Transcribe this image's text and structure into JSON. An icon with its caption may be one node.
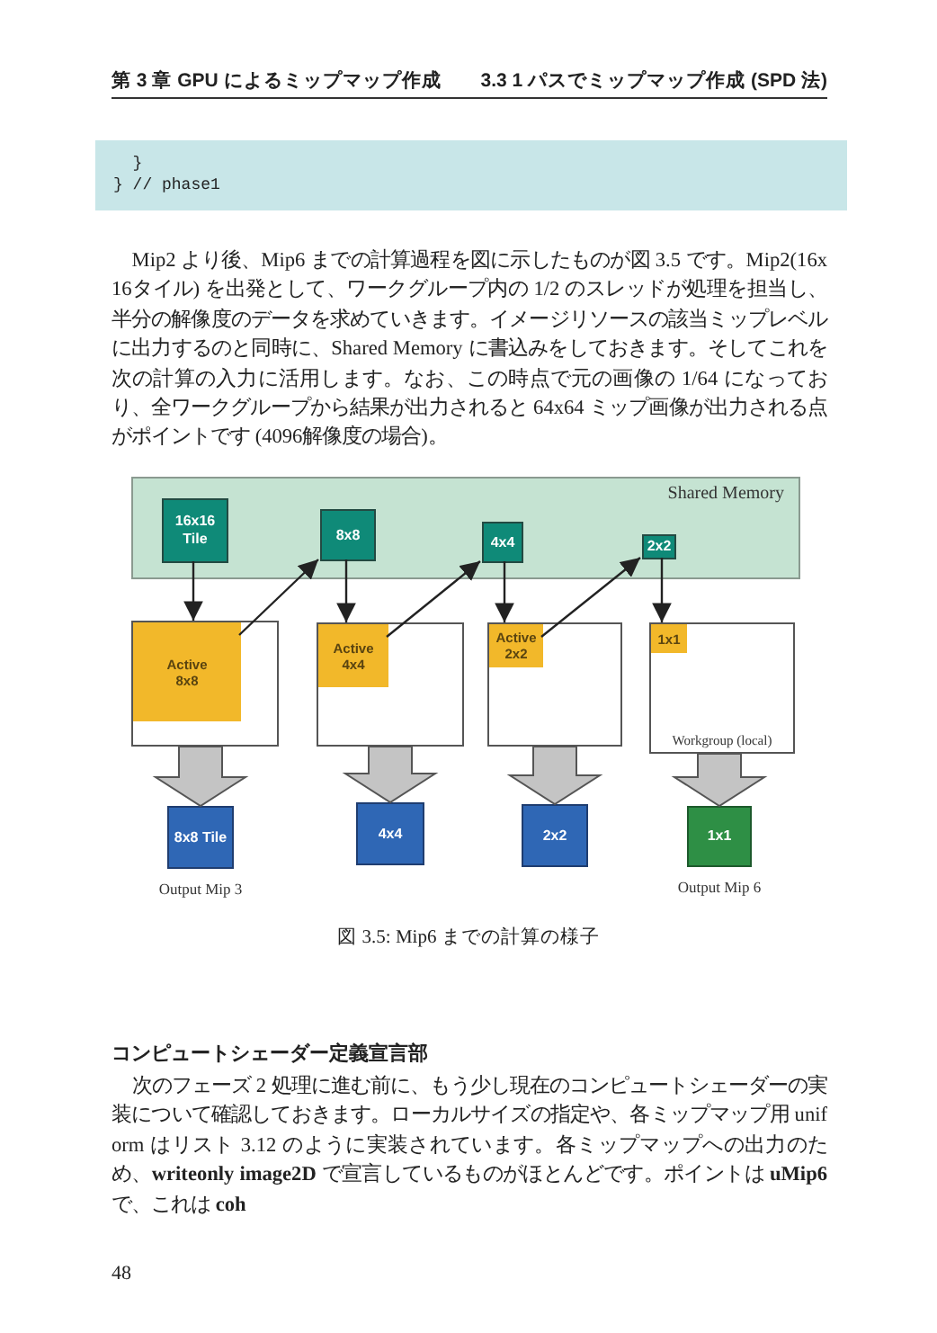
{
  "diagram": {
    "caption": "図 3.5: Mip6 までの計算の様子",
    "nodes": [
      {
        "text": [
          "Shared Memory"
        ]
      },
      {
        "text": [
          "16x16 Tile"
        ],
        "in": 0
      },
      {
        "text": [
          "8x8"
        ],
        "in": 0
      },
      {
        "text": [
          "4x4"
        ],
        "in": 0
      },
      {
        "text": [
          "2x2"
        ],
        "in": 0
      },
      {
        "text": [],
        "shape": "box"
      },
      {
        "text": [
          "Active 8x8"
        ],
        "in": 5
      },
      {
        "text": [],
        "shape": "box"
      },
      {
        "text": [
          "Active 4x4"
        ],
        "in": 7
      },
      {
        "text": [],
        "shape": "box"
      },
      {
        "text": [
          "Active 2x2"
        ],
        "in": 9
      },
      {
        "text": [
          "Workgroup (local)"
        ]
      },
      {
        "text": [
          "1x1"
        ],
        "in": 11
      },
      {
        "text": [
          "8x8 Tile"
        ],
        "beside": [
          "Output Mip 3"
        ]
      },
      {
        "text": [
          "4x4"
        ]
      },
      {
        "text": [
          "2x2"
        ]
      },
      {
        "text": [
          "1x1"
        ],
        "beside": [
          "Output Mip 6"
        ]
      }
    ],
    "edges": [
      {
        "from": 1,
        "to": 6,
        "arrow": "to"
      },
      {
        "from": 6,
        "to": 2,
        "arrow": "to"
      },
      {
        "from": 2,
        "to": 8,
        "arrow": "to"
      },
      {
        "from": 8,
        "to": 3,
        "arrow": "to"
      },
      {
        "from": 3,
        "to": 10,
        "arrow": "to"
      },
      {
        "from": 10,
        "to": 4,
        "arrow": "to"
      },
      {
        "from": 4,
        "to": 12,
        "arrow": "to"
      },
      {
        "from": 5,
        "to": 13,
        "arrow": "to",
        "style": "thick",
        "color": "#c4c4c4"
      },
      {
        "from": 7,
        "to": 14,
        "arrow": "to",
        "style": "thick",
        "color": "#c4c4c4"
      },
      {
        "from": 9,
        "to": 15,
        "arrow": "to",
        "style": "thick",
        "color": "#c4c4c4"
      },
      {
        "from": 11,
        "to": 16,
        "arrow": "to",
        "style": "thick",
        "color": "#c4c4c4"
      }
    ],
    "labels": [
      "第 3 章 GPU によるミップマップ作成",
      "3.3 1 パスでミップマップ作成 (SPD 法)",
      "  }",
      "} // phase1",
      "Mip2 より後、Mip6 までの計算過程を図に示したものが図 3.5 です。Mip2(16x16タイル) を出発として、ワークグループ内の 1/2 のスレッドが処理を担当し、半分の解像度のデータを求めていきます。イメージリソースの該当ミップレベルに出力するのと同時に、Shared Memory に書込みをしておきます。そしてこれを次の計算の入力に活用します。なお、この時点で元の画像の 1/64 になっており、全ワークグループから結果が出力されると 64x64 ミップ画像が出力される点がポイントです (4096解像度の場合)。",
      "コンピュートシェーダー定義宣言部",
      "次のフェーズ 2 処理に進む前に、もう少し現在のコンピュートシェーダーの実装について確認しておきます。ローカルサイズの指定や、各ミップマップ用 uniform はリスト 3.12 のように実装されています。各ミップマップへの出力のため、**writeonly image2D** で宣言しているものがほとんどです。ポイントは **uMip6** で、これは **coh**",
      "48"
    ]
  }
}
